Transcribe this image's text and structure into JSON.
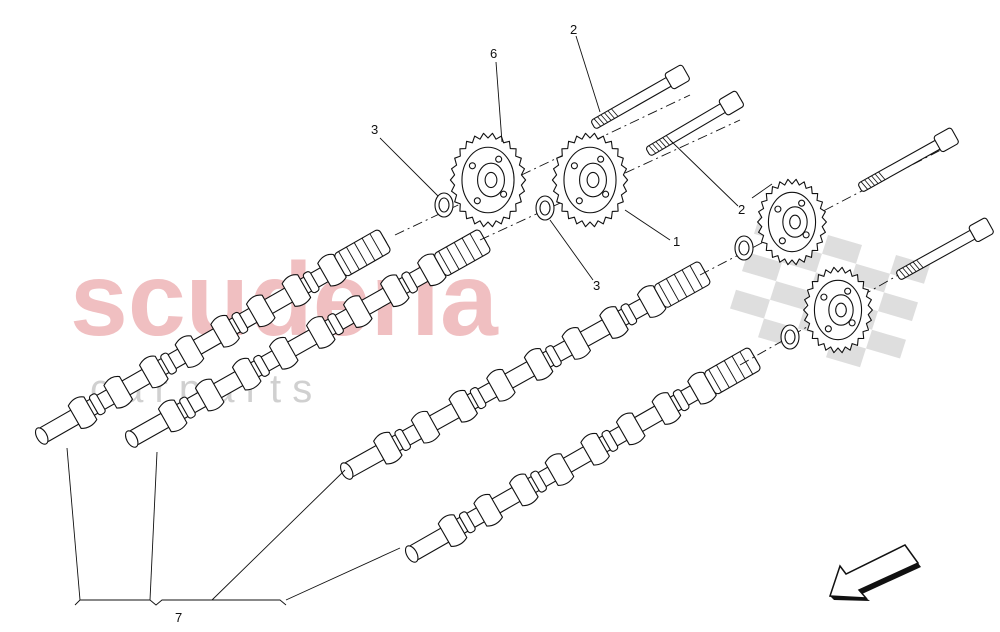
{
  "watermark": {
    "main": "scuderia",
    "sub": "c a r   p a r t s"
  },
  "callouts": {
    "c1": "1",
    "c2a": "2",
    "c2b": "2",
    "c3a": "3",
    "c3b": "3",
    "c6": "6",
    "c7": "7"
  },
  "icons": {
    "direction": "arrow-down-left-icon",
    "checker": "checkered-flag-icon"
  },
  "colors": {
    "watermark_red": "#e58b8f",
    "watermark_grey": "#bdbdbd",
    "line": "#111111"
  }
}
